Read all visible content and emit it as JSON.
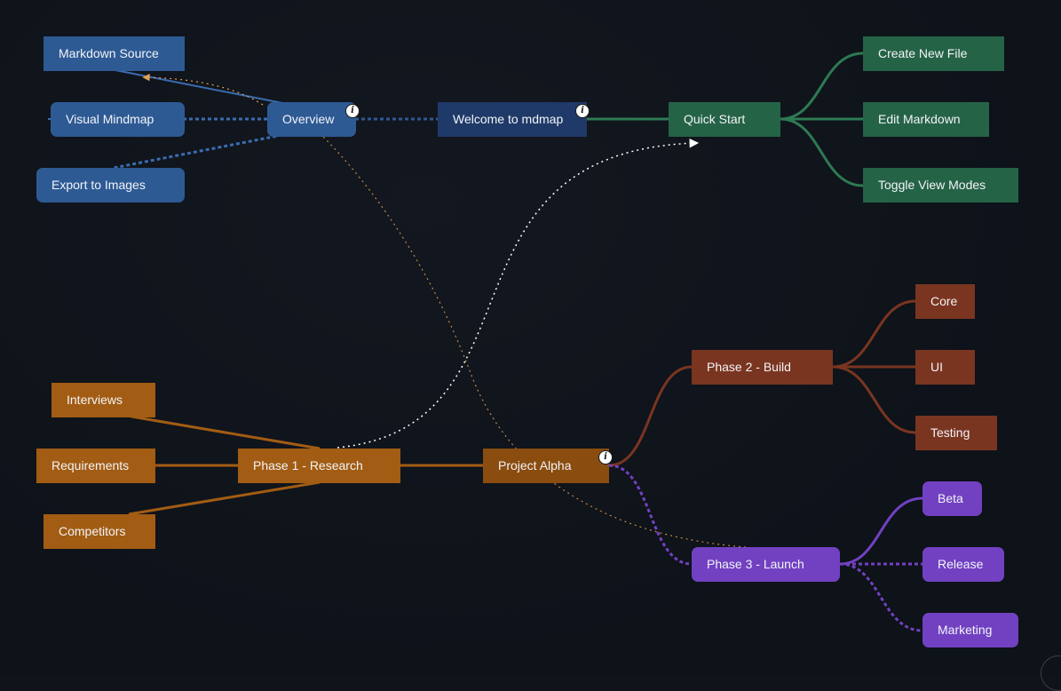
{
  "nodes": {
    "markdown_source": "Markdown Source",
    "visual_mindmap": "Visual Mindmap",
    "export_to_images": "Export to Images",
    "overview": "Overview",
    "welcome": "Welcome to mdmap",
    "quick_start": "Quick Start",
    "create_new_file": "Create New File",
    "edit_markdown": "Edit Markdown",
    "toggle_view_modes": "Toggle View Modes",
    "core": "Core",
    "ui": "UI",
    "testing": "Testing",
    "phase2": "Phase 2 - Build",
    "interviews": "Interviews",
    "requirements": "Requirements",
    "competitors": "Competitors",
    "phase1": "Phase 1 - Research",
    "project_alpha": "Project Alpha",
    "phase3": "Phase 3 - Launch",
    "beta": "Beta",
    "release": "Release",
    "marketing": "Marketing"
  },
  "info_badge": "i",
  "colors": {
    "navy": "#1f3a68",
    "blue": "#2e5a94",
    "green": "#256347",
    "brown": "#7a3520",
    "orange": "#a25c13",
    "amber": "#8a4c0f",
    "purple": "#7241c2",
    "background": "#0f131a"
  }
}
